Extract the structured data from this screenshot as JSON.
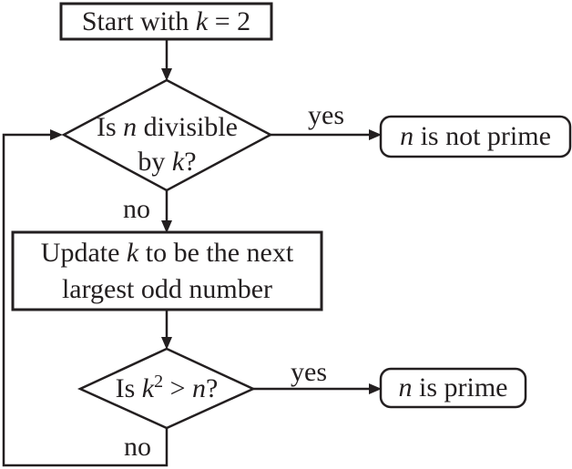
{
  "colors": {
    "line": "#231f20",
    "background": "#ffffff"
  },
  "nodes": {
    "start": {
      "parts": [
        "Start with ",
        "k",
        " = 2"
      ]
    },
    "divisible": {
      "line1": [
        "Is ",
        "n",
        " divisible"
      ],
      "line2": [
        "by ",
        "k",
        "?"
      ]
    },
    "not_prime": {
      "parts": [
        "n",
        " is not prime"
      ]
    },
    "update": {
      "line1": [
        "Update ",
        "k",
        " to be the next"
      ],
      "line2": "largest odd number"
    },
    "square_check": {
      "parts": [
        "Is ",
        "k",
        "2",
        " > ",
        "n",
        "?"
      ]
    },
    "prime": {
      "parts": [
        "n",
        " is prime"
      ]
    }
  },
  "edges": {
    "divisible_yes": "yes",
    "divisible_no": "no",
    "square_yes": "yes",
    "square_no": "no"
  }
}
